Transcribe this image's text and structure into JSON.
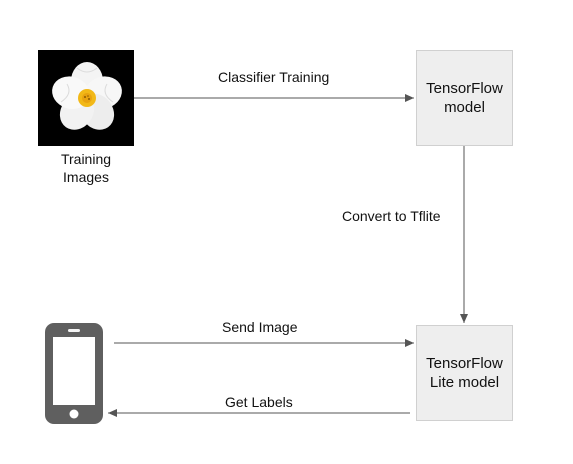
{
  "nodes": {
    "training_images": {
      "line1": "Training",
      "line2": "Images",
      "icon": "flower-icon"
    },
    "tensorflow_model": {
      "line1": "TensorFlow",
      "line2": "model"
    },
    "tflite_model": {
      "line1": "TensorFlow",
      "line2": "Lite model"
    },
    "phone": {
      "icon": "smartphone-icon"
    }
  },
  "edges": {
    "classifier_training": "Classifier Training",
    "convert": "Convert to Tflite",
    "send_image": "Send Image",
    "get_labels": "Get Labels"
  },
  "colors": {
    "box_fill": "#eeeeee",
    "box_border": "#d0d0d0",
    "arrow": "#555555",
    "phone_body": "#5f5f5f",
    "phone_screen": "#ffffff",
    "flower_center": "#f2b817"
  }
}
